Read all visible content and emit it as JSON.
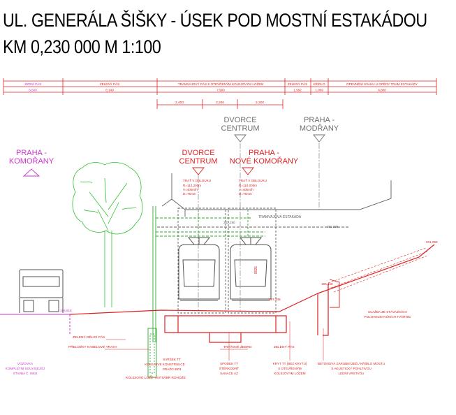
{
  "title": {
    "line1": "UL. GENERÁLA ŠIŠKY - ÚSEK POD MOSTNÍ ESTAKÁDOU",
    "line2": "KM 0,230 000    M 1:100"
  },
  "strip": {
    "segments": [
      {
        "label": "JÍZDNÍ PÁS",
        "width": "6,500"
      },
      {
        "label": "ZELENÝ PÁS",
        "width": "6,149"
      },
      {
        "label": "TRAMVAJOVÝ PÁS S OTEVŘENÝM KOLEJOVÝM LOŽEM",
        "width": "7,900"
      },
      {
        "label": "ZELENÝ PÁS",
        "width": "1,582"
      },
      {
        "label": "KŘÍDLO",
        "width": "1,009"
      },
      {
        "label": "OPEVNĚNÍ SVAHU U OPĚRY TRAM ESTAKÁDY",
        "width": "6,800"
      }
    ],
    "sub_dims": [
      "2,400",
      "3,200",
      "2,300"
    ]
  },
  "directions": {
    "dvorce_top": "DVORCE\nCENTRUM",
    "modrany": "PRAHA -\nMODŘANY",
    "komorany_left": "PRAHA -\nKOMOŘANY",
    "dvorce_red": "DVORCE\nCENTRUM",
    "nove_komorany": "PRAHA -\nNOVÉ KOMOŘANY"
  },
  "track_notes": {
    "left": [
      "TRAŤ V OBLOUKU",
      "R=112,200m",
      "V=40km/h",
      "D=75mm"
    ],
    "right": [
      "TRAŤ V OBLOUKU",
      "R=110,000m",
      "V=40km/h",
      "D=75mm"
    ]
  },
  "labels": {
    "estakada": "TRAMVAJOVÁ ESTAKÁDA",
    "elev1": "202,190",
    "elev2": "202,036",
    "elev3": "201,053",
    "elev4": "196,469",
    "elev5": "197,448",
    "elev6": "196,818",
    "dlazba": "DLAŽBA ZE STÁVAJÍCÍCH\nPOLOVEGETAČNÍCH TVÁRNIC",
    "zeleny_delici": "ZELENÝ DĚLICÍ PÁS",
    "prelozky": "PŘELOŽKY KABELOVÉ TRASY",
    "vozovka": "VOZOVKA\nKOMPLETNÍ SOUVISEJÍCÍ\nSTAVBA Č. 8002",
    "trat_zebro": "TRAŤOVÉ ŽEBRO",
    "zeleny_pas": "ZELENÝ PÁS",
    "svrsek": "SVRŠEK TT\nKOLEJOVÉ KONSTRUKCE\nPRAŽCI B03",
    "kolejove_loze": "KOLEJOVÉ LOŽE+ANTIVIBR ROHOŽE",
    "spodek": "SPODEK TT\nŠTĚRKODRŤ\nSANACE AZ",
    "kryt": "KRYT TT (BEZ KRYTU)\nS OTEVŘENÝM\nKOLEJOVÝM LOŽEM",
    "betonova": "BETONOVÁ ZÁRUBNÍ ZEĎ / KŘÍDLO MOSTU\nS AKUSTICKY POHLTIVOU\nLEDNÍ VRSTVOU",
    "car_num": "8021"
  },
  "colors": {
    "magenta": "#cc33cc",
    "red": "#e02020",
    "green": "#2fa82f",
    "gray": "#606060",
    "tree": "#30c030"
  }
}
